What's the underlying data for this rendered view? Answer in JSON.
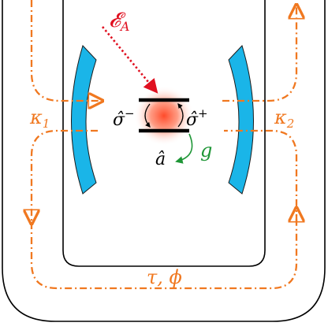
{
  "labels": {
    "drive": "𝓔",
    "drive_sub": "A",
    "kappa1_base": "κ",
    "kappa1_sub": "1",
    "kappa2_base": "κ",
    "kappa2_sub": "2",
    "sigma_minus_base": "σ̂",
    "sigma_minus_sup": "−",
    "sigma_plus_base": "σ̂",
    "sigma_plus_sup": "+",
    "a_hat": "â",
    "g": "g",
    "tau_phi": "τ, ϕ"
  },
  "colors": {
    "waveguide": "#000000",
    "mirror_fill": "#1ab5e8",
    "mirror_stroke": "#1a1a1a",
    "flow": "#f07820",
    "drive": "#e01020",
    "coupling": "#1e9636",
    "atom_glow": "#ff5533",
    "atom_levels": "#000000"
  }
}
